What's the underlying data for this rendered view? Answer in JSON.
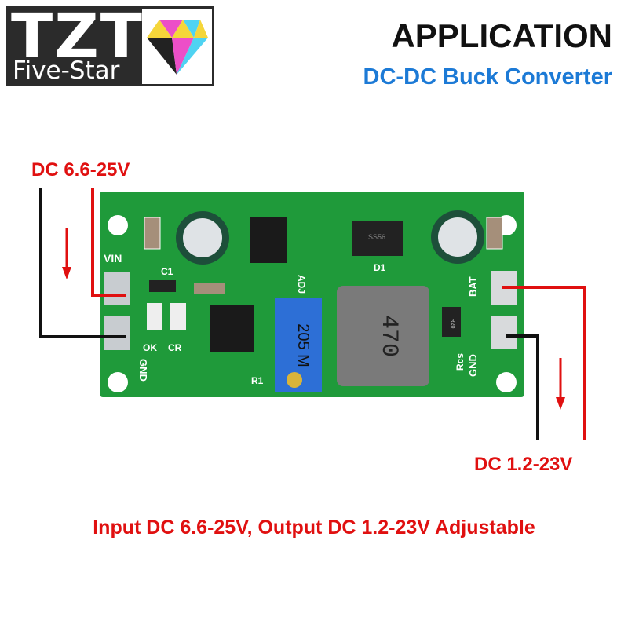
{
  "logo": {
    "brand": "TZT",
    "tagline": "Five-Star"
  },
  "header": {
    "title": "APPLICATION",
    "subtitle": "DC-DC Buck Converter"
  },
  "input_label": "DC 6.6-25V",
  "output_label": "DC 1.2-23V",
  "caption": "Input DC 6.6-25V, Output DC 1.2-23V Adjustable",
  "board": {
    "silkscreen": {
      "vin": "VIN",
      "gnd_in": "GND",
      "c1": "C1",
      "ok": "OK",
      "cr": "CR",
      "adj": "ADJ",
      "d1": "D1",
      "r1": "R1",
      "bat": "BAT",
      "gnd_out": "GND",
      "rcs": "Rcs"
    },
    "inductor_marking": "470",
    "pot_marking": "205 M",
    "diode_marking": "SS56",
    "resistor_marking": "R20"
  },
  "colors": {
    "accent_red": "#e01010",
    "subtitle_blue": "#1c7ad6",
    "pcb_green": "#1f9a3a"
  }
}
